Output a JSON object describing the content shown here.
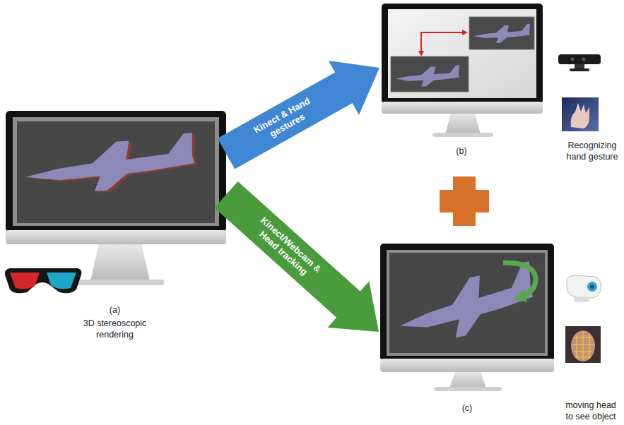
{
  "diagram": {
    "nodes": [
      {
        "text": [
          "(a)",
          "3D stereoscopic rendering"
        ]
      },
      {
        "text": [
          "(b)"
        ]
      },
      {
        "text": [
          "(c)"
        ]
      }
    ],
    "edges": [
      {
        "from": 0,
        "to": 1,
        "arrow": "to",
        "label": "Kinect & Hand gestures"
      },
      {
        "from": 0,
        "to": 2,
        "arrow": "to",
        "label": "Kinect/Webcam & Head tracking"
      }
    ],
    "labels": [
      "Recognizing hand gesture",
      "moving head to see object"
    ]
  }
}
